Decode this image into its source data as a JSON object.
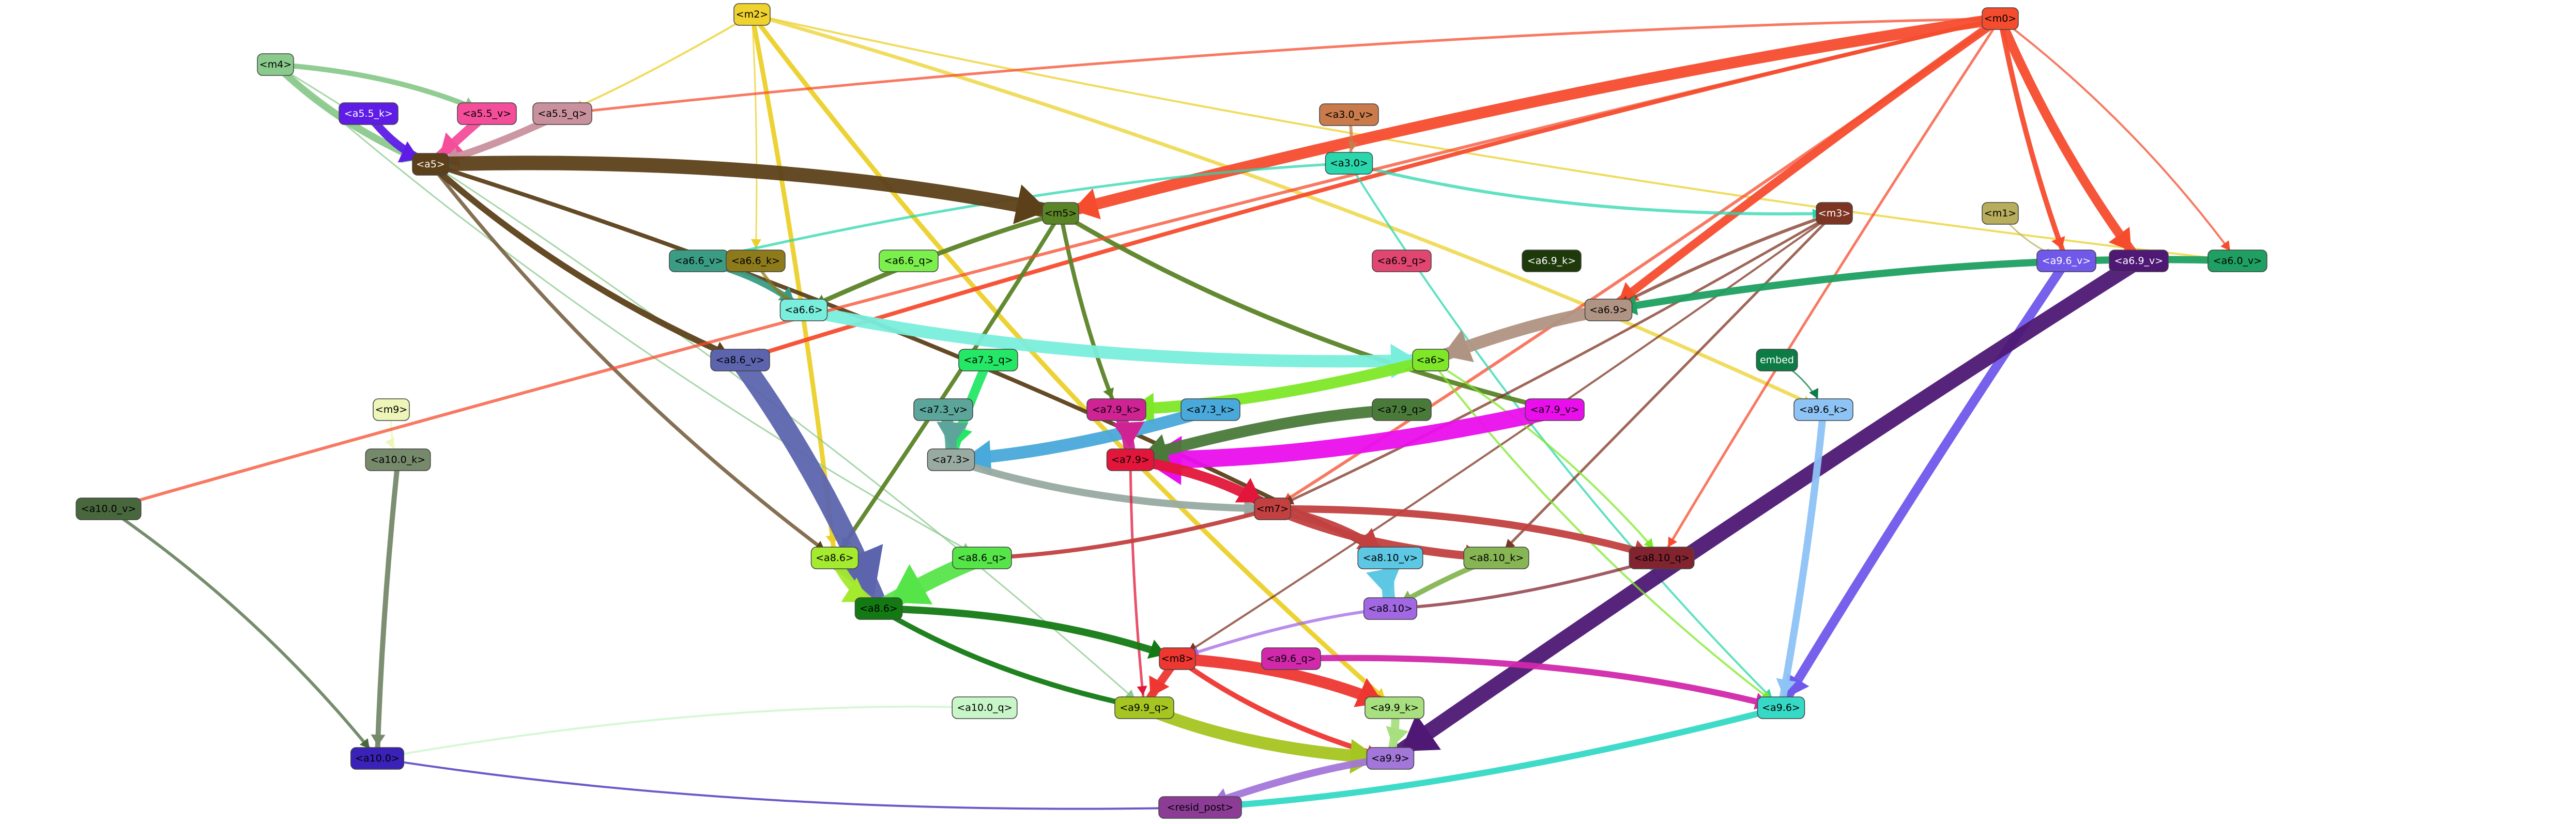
{
  "graph": {
    "nodes": [
      {
        "id": "m2",
        "label": "<m2>",
        "fill": "#f0d22e",
        "text": "#000000"
      },
      {
        "id": "m0",
        "label": "<m0>",
        "fill": "#f64c2e",
        "text": "#000000"
      },
      {
        "id": "m4",
        "label": "<m4>",
        "fill": "#8bca8d",
        "text": "#000000"
      },
      {
        "id": "a5_k",
        "label": "<a5.5_k>",
        "fill": "#5e1ce6",
        "text": "#ffffff"
      },
      {
        "id": "a5_v",
        "label": "<a5.5_v>",
        "fill": "#f44d9a",
        "text": "#000000"
      },
      {
        "id": "a5_q",
        "label": "<a5.5_q>",
        "fill": "#c9919d",
        "text": "#000000"
      },
      {
        "id": "a3_0_v",
        "label": "<a3.0_v>",
        "fill": "#c97b4b",
        "text": "#000000"
      },
      {
        "id": "a3_0",
        "label": "<a3.0>",
        "fill": "#2ad7ad",
        "text": "#000000"
      },
      {
        "id": "a5",
        "label": "<a5>",
        "fill": "#5c4019",
        "text": "#ffffff"
      },
      {
        "id": "m5",
        "label": "<m5>",
        "fill": "#5b8427",
        "text": "#000000"
      },
      {
        "id": "m3",
        "label": "<m3>",
        "fill": "#7e3422",
        "text": "#ffffff"
      },
      {
        "id": "m1",
        "label": "<m1>",
        "fill": "#b8ad5d",
        "text": "#000000"
      },
      {
        "id": "a6_6_v",
        "label": "<a6.6_v>",
        "fill": "#3b9c84",
        "text": "#000000"
      },
      {
        "id": "a6_6_k",
        "label": "<a6.6_k>",
        "fill": "#8d7a1b",
        "text": "#000000"
      },
      {
        "id": "a6_6_q",
        "label": "<a6.6_q>",
        "fill": "#7bef4b",
        "text": "#000000"
      },
      {
        "id": "a6_9_q",
        "label": "<a6.9_q>",
        "fill": "#e0466f",
        "text": "#000000"
      },
      {
        "id": "a6_9_k",
        "label": "<a6.9_k>",
        "fill": "#1f3a0a",
        "text": "#ffffff"
      },
      {
        "id": "a9_6_v",
        "label": "<a9.6_v>",
        "fill": "#7058eb",
        "text": "#ffffff"
      },
      {
        "id": "a6_9_v",
        "label": "<a6.9_v>",
        "fill": "#4e1874",
        "text": "#ffffff"
      },
      {
        "id": "a6_0_v",
        "label": "<a6.0_v>",
        "fill": "#1fa062",
        "text": "#000000"
      },
      {
        "id": "a6_6",
        "label": "<a6.6>",
        "fill": "#7aeedc",
        "text": "#000000"
      },
      {
        "id": "a6_9",
        "label": "<a6.9>",
        "fill": "#b09483",
        "text": "#000000"
      },
      {
        "id": "a8_6_v",
        "label": "<a8.6_v>",
        "fill": "#5c64ae",
        "text": "#000000"
      },
      {
        "id": "a7_3_q",
        "label": "<a7.3_q>",
        "fill": "#24e766",
        "text": "#000000"
      },
      {
        "id": "a6",
        "label": "<a6>",
        "fill": "#7ee828",
        "text": "#000000"
      },
      {
        "id": "embed",
        "label": "embed",
        "fill": "#0c7c44",
        "text": "#ffffff"
      },
      {
        "id": "m9",
        "label": "<m9>",
        "fill": "#eef5b8",
        "text": "#000000"
      },
      {
        "id": "a7_3_v",
        "label": "<a7.3_v>",
        "fill": "#5ba59a",
        "text": "#000000"
      },
      {
        "id": "a7_9_k",
        "label": "<a7.9_k>",
        "fill": "#cf2394",
        "text": "#000000"
      },
      {
        "id": "a7_3_k",
        "label": "<a7.3_k>",
        "fill": "#49a9da",
        "text": "#000000"
      },
      {
        "id": "a7_9_q",
        "label": "<a7.9_q>",
        "fill": "#4a7a3a",
        "text": "#000000"
      },
      {
        "id": "a7_9_v",
        "label": "<a7.9_v>",
        "fill": "#ea0eec",
        "text": "#000000"
      },
      {
        "id": "a9_6_k",
        "label": "<a9.6_k>",
        "fill": "#8dc3f5",
        "text": "#000000"
      },
      {
        "id": "a10_0_k",
        "label": "<a10.0_k>",
        "fill": "#76896a",
        "text": "#000000"
      },
      {
        "id": "a7_3",
        "label": "<a7.3>",
        "fill": "#98aaa2",
        "text": "#000000"
      },
      {
        "id": "a7_9",
        "label": "<a7.9>",
        "fill": "#e2163a",
        "text": "#000000"
      },
      {
        "id": "a10_0_v",
        "label": "<a10.0_v>",
        "fill": "#48673c",
        "text": "#000000"
      },
      {
        "id": "m7",
        "label": "<m7>",
        "fill": "#c24040",
        "text": "#000000"
      },
      {
        "id": "a8_6",
        "label": "<a8.6>",
        "fill": "#a4ea2e",
        "text": "#000000"
      },
      {
        "id": "a8_6_q",
        "label": "<a8.6_q>",
        "fill": "#56e549",
        "text": "#000000"
      },
      {
        "id": "a8_10_v",
        "label": "<a8.10_v>",
        "fill": "#5dc7e4",
        "text": "#000000"
      },
      {
        "id": "a8_10_k",
        "label": "<a8.10_k>",
        "fill": "#87b554",
        "text": "#000000"
      },
      {
        "id": "a8_10_q",
        "label": "<a8.10_q>",
        "fill": "#822430",
        "text": "#000000"
      },
      {
        "id": "a8_10",
        "label": "<a8.10>",
        "fill": "#a268e4",
        "text": "#000000"
      },
      {
        "id": "a8_6n",
        "label": "<a8.6>",
        "fill": "#137a13",
        "text": "#000000"
      },
      {
        "id": "m8",
        "label": "<m8>",
        "fill": "#ee3730",
        "text": "#000000"
      },
      {
        "id": "a9_6_q",
        "label": "<a9.6_q>",
        "fill": "#d228ab",
        "text": "#000000"
      },
      {
        "id": "a10_0_q",
        "label": "<a10.0_q>",
        "fill": "#c8f6c8",
        "text": "#000000"
      },
      {
        "id": "a9_9_q",
        "label": "<a9.9_q>",
        "fill": "#a5c521",
        "text": "#000000"
      },
      {
        "id": "a9_9_k",
        "label": "<a9.9_k>",
        "fill": "#a8df7f",
        "text": "#000000"
      },
      {
        "id": "a9_6",
        "label": "<a9.6>",
        "fill": "#35d9c6",
        "text": "#000000"
      },
      {
        "id": "a10_0",
        "label": "<a10.0>",
        "fill": "#3a21b7",
        "text": "#000000"
      },
      {
        "id": "a9_9",
        "label": "<a9.9>",
        "fill": "#a376d9",
        "text": "#000000"
      },
      {
        "id": "resid_post",
        "label": "<resid_post>",
        "fill": "#8c3c95",
        "text": "#000000"
      }
    ],
    "edges": [
      {
        "from": "m2",
        "to": "a8_6",
        "color": "#ebd029",
        "weight": 9
      },
      {
        "from": "m2",
        "to": "a9_9_k",
        "color": "#ebd029",
        "weight": 9
      },
      {
        "from": "m2",
        "to": "a9_6_k",
        "color": "#ebd029",
        "weight": 7
      },
      {
        "from": "m2",
        "to": "a5_q",
        "color": "#ebd029",
        "weight": 4
      },
      {
        "from": "m2",
        "to": "a6_6_k",
        "color": "#ebd029",
        "weight": 3
      },
      {
        "from": "m2",
        "to": "a6_0_v",
        "color": "#ebd029",
        "weight": 4
      },
      {
        "from": "m0",
        "to": "m5",
        "color": "#f64c2e",
        "weight": 22
      },
      {
        "from": "m0",
        "to": "a6_9_v",
        "color": "#f64c2e",
        "weight": 18
      },
      {
        "from": "m0",
        "to": "a6_9",
        "color": "#f64c2e",
        "weight": 16
      },
      {
        "from": "m0",
        "to": "a9_6_v",
        "color": "#f64c2e",
        "weight": 10
      },
      {
        "from": "m0",
        "to": "a8_6_v",
        "color": "#f64c2e",
        "weight": 8
      },
      {
        "from": "m0",
        "to": "m7",
        "color": "#f64c2e",
        "weight": 6
      },
      {
        "from": "m0",
        "to": "a5_q",
        "color": "#f64c2e",
        "weight": 5
      },
      {
        "from": "m0",
        "to": "a8_10_q",
        "color": "#f64c2e",
        "weight": 5
      },
      {
        "from": "m0",
        "to": "a6_0_v",
        "color": "#f64c2e",
        "weight": 4
      },
      {
        "from": "m4",
        "to": "a5",
        "color": "#8bca8d",
        "weight": 14
      },
      {
        "from": "m4",
        "to": "a5_v",
        "color": "#8bca8d",
        "weight": 10
      },
      {
        "from": "m4",
        "to": "a8_6_q",
        "color": "#8bca8d",
        "weight": 3
      },
      {
        "from": "m4",
        "to": "a9_9_q",
        "color": "#8bca8d",
        "weight": 3
      },
      {
        "from": "a5_k",
        "to": "a5",
        "color": "#5e1ce6",
        "weight": 16
      },
      {
        "from": "a5_v",
        "to": "a5",
        "color": "#f44d9a",
        "weight": 18
      },
      {
        "from": "a5_q",
        "to": "a5",
        "color": "#c9919d",
        "weight": 14
      },
      {
        "from": "a3_0_v",
        "to": "a3_0",
        "color": "#c97b4b",
        "weight": 6
      },
      {
        "from": "a3_0",
        "to": "m3",
        "color": "#2ad7ad",
        "weight": 6
      },
      {
        "from": "a3_0",
        "to": "a6_6_v",
        "color": "#2ad7ad",
        "weight": 5
      },
      {
        "from": "a3_0",
        "to": "a9_6",
        "color": "#2ad7ad",
        "weight": 4
      },
      {
        "from": "a5",
        "to": "m5",
        "color": "#5c4019",
        "weight": 28
      },
      {
        "from": "a5",
        "to": "a8_6_v",
        "color": "#5c4019",
        "weight": 12
      },
      {
        "from": "a5",
        "to": "a8_10_v",
        "color": "#5c4019",
        "weight": 8
      },
      {
        "from": "a5",
        "to": "a8_6",
        "color": "#5c4019",
        "weight": 7
      },
      {
        "from": "m5",
        "to": "a6_6",
        "color": "#5b8427",
        "weight": 9
      },
      {
        "from": "m5",
        "to": "a7_9_v",
        "color": "#5b8427",
        "weight": 9
      },
      {
        "from": "m5",
        "to": "a8_6",
        "color": "#5b8427",
        "weight": 8
      },
      {
        "from": "m5",
        "to": "a7_9_k",
        "color": "#5b8427",
        "weight": 8
      },
      {
        "from": "m3",
        "to": "a6_9",
        "color": "#7e3422",
        "weight": 6
      },
      {
        "from": "m3",
        "to": "m7",
        "color": "#7e3422",
        "weight": 5
      },
      {
        "from": "m3",
        "to": "a8_10_k",
        "color": "#7e3422",
        "weight": 5
      },
      {
        "from": "m3",
        "to": "m8",
        "color": "#7e3422",
        "weight": 4
      },
      {
        "from": "a6_6_v",
        "to": "a6_6",
        "color": "#3b9c84",
        "weight": 12
      },
      {
        "from": "a6_6_k",
        "to": "a6_6",
        "color": "#8d7a1b",
        "weight": 6
      },
      {
        "from": "a6_0_v",
        "to": "a6_9",
        "color": "#1fa062",
        "weight": 14
      },
      {
        "from": "a9_6_v",
        "to": "a9_6",
        "color": "#7058eb",
        "weight": 18
      },
      {
        "from": "a6_9_v",
        "to": "a9_9",
        "color": "#4e1874",
        "weight": 30
      },
      {
        "from": "a6_6",
        "to": "a6",
        "color": "#7aeedc",
        "weight": 24
      },
      {
        "from": "a6_9",
        "to": "a6",
        "color": "#b09483",
        "weight": 24
      },
      {
        "from": "a6",
        "to": "a7_9_k",
        "color": "#7ee828",
        "weight": 22
      },
      {
        "from": "a6",
        "to": "a8_10_q",
        "color": "#7ee828",
        "weight": 4
      },
      {
        "from": "a6",
        "to": "a9_6",
        "color": "#7ee828",
        "weight": 4
      },
      {
        "from": "a8_6_v",
        "to": "a8_6n",
        "color": "#5c64ae",
        "weight": 40
      },
      {
        "from": "a7_3_q",
        "to": "a7_3",
        "color": "#24e766",
        "weight": 18
      },
      {
        "from": "a7_3_v",
        "to": "a7_3",
        "color": "#5ba59a",
        "weight": 22
      },
      {
        "from": "a7_3_k",
        "to": "a7_3",
        "color": "#49a9da",
        "weight": 24
      },
      {
        "from": "a7_9_k",
        "to": "a7_9",
        "color": "#cf2394",
        "weight": 22
      },
      {
        "from": "a7_9_v",
        "to": "a7_9",
        "color": "#ea0eec",
        "weight": 34
      },
      {
        "from": "a7_9_q",
        "to": "a7_9",
        "color": "#4a7a3a",
        "weight": 22
      },
      {
        "from": "a7_3",
        "to": "m7",
        "color": "#98aaa2",
        "weight": 14
      },
      {
        "from": "a7_9",
        "to": "m7",
        "color": "#e2163a",
        "weight": 20
      },
      {
        "from": "a7_9",
        "to": "a9_9_q",
        "color": "#e2163a",
        "weight": 5
      },
      {
        "from": "m7",
        "to": "a8_10_v",
        "color": "#c24040",
        "weight": 18
      },
      {
        "from": "m7",
        "to": "a8_10_k",
        "color": "#c24040",
        "weight": 16
      },
      {
        "from": "m7",
        "to": "a8_10_q",
        "color": "#c24040",
        "weight": 14
      },
      {
        "from": "m7",
        "to": "a8_6_q",
        "color": "#c24040",
        "weight": 8
      },
      {
        "from": "a9_6_k",
        "to": "a9_6",
        "color": "#8dc3f5",
        "weight": 14
      },
      {
        "from": "a10_0_k",
        "to": "a10_0",
        "color": "#76896a",
        "weight": 10
      },
      {
        "from": "a10_0_v",
        "to": "a10_0",
        "color": "#48673c",
        "weight": 6
      },
      {
        "from": "a8_6",
        "to": "a8_6n",
        "color": "#a4ea2e",
        "weight": 20
      },
      {
        "from": "a8_6_q",
        "to": "a8_6n",
        "color": "#56e549",
        "weight": 32
      },
      {
        "from": "a8_10_v",
        "to": "a8_10",
        "color": "#5dc7e4",
        "weight": 24
      },
      {
        "from": "a8_10_k",
        "to": "a8_10",
        "color": "#87b554",
        "weight": 10
      },
      {
        "from": "a8_10_q",
        "to": "a8_10",
        "color": "#822430",
        "weight": 6
      },
      {
        "from": "a8_6n",
        "to": "m8",
        "color": "#137a13",
        "weight": 14
      },
      {
        "from": "a8_6n",
        "to": "a9_9_q",
        "color": "#137a13",
        "weight": 10
      },
      {
        "from": "a8_10",
        "to": "m8",
        "color": "#a268e4",
        "weight": 6
      },
      {
        "from": "m8",
        "to": "a9_9_q",
        "color": "#ee3730",
        "weight": 16
      },
      {
        "from": "m8",
        "to": "a9_9_k",
        "color": "#ee3730",
        "weight": 22
      },
      {
        "from": "m8",
        "to": "a9_9",
        "color": "#ee3730",
        "weight": 10
      },
      {
        "from": "a9_6_q",
        "to": "a9_6",
        "color": "#d228ab",
        "weight": 12
      },
      {
        "from": "a9_9_q",
        "to": "a9_9",
        "color": "#a5c521",
        "weight": 24
      },
      {
        "from": "a9_9_k",
        "to": "a9_9",
        "color": "#a8df7f",
        "weight": 16
      },
      {
        "from": "a9_6",
        "to": "resid_post",
        "color": "#35d9c6",
        "weight": 12
      },
      {
        "from": "a9_9",
        "to": "resid_post",
        "color": "#a376d9",
        "weight": 14
      },
      {
        "from": "a10_0",
        "to": "resid_post",
        "color": "#3a21b7",
        "weight": 4
      },
      {
        "from": "a10_0_q",
        "to": "a10_0",
        "color": "#c8f6c8",
        "weight": 4
      },
      {
        "from": "m1",
        "to": "a9_6_v",
        "color": "#b8ad5d",
        "weight": 3
      },
      {
        "from": "embed",
        "to": "a9_6_k",
        "color": "#0c7c44",
        "weight": 3
      },
      {
        "from": "m9",
        "to": "a10_0_k",
        "color": "#eef5b8",
        "weight": 4
      },
      {
        "from": "m0",
        "to": "a10_0_v",
        "color": "#f64c2e",
        "weight": 6
      }
    ]
  }
}
